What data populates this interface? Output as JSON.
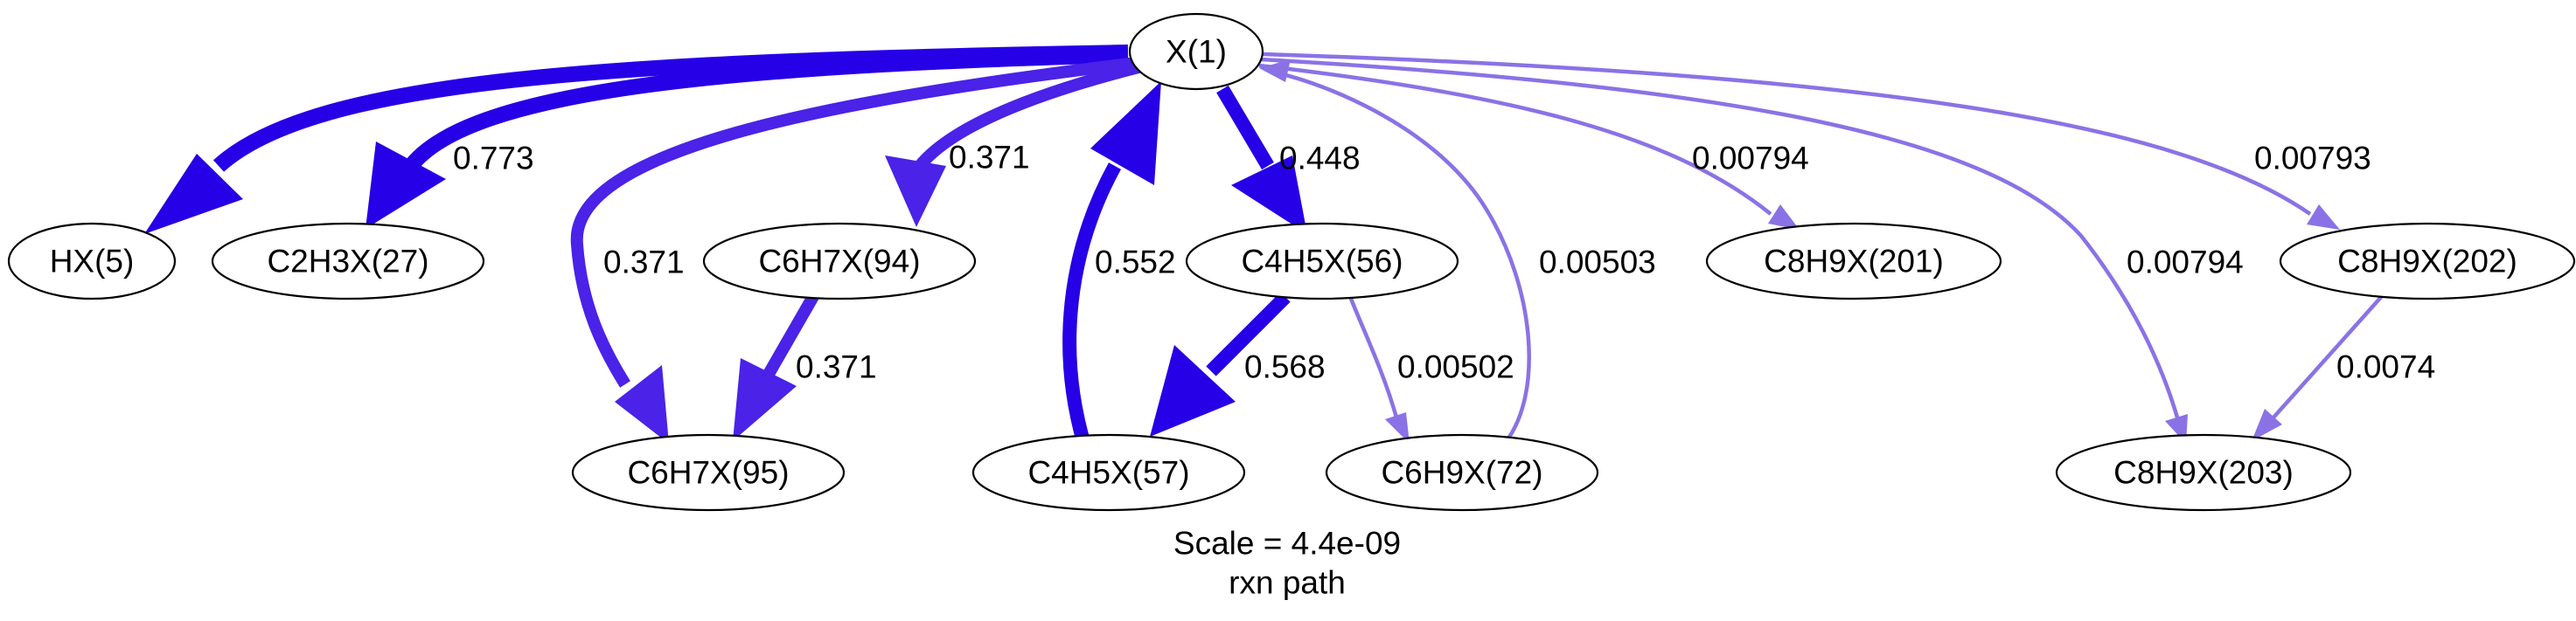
{
  "diagram": {
    "caption_scale": "Scale = 4.4e-09",
    "caption_title": "rxn path",
    "colors": {
      "strong": "#2600e6",
      "medium": "#4a22e8",
      "weak": "#8a72e6"
    },
    "nodes": {
      "x1": "X(1)",
      "hx5": "HX(5)",
      "c2h3x27": "C2H3X(27)",
      "c6h7x94": "C6H7X(94)",
      "c4h5x56": "C4H5X(56)",
      "c8h9x201": "C8H9X(201)",
      "c8h9x202": "C8H9X(202)",
      "c6h7x95": "C6H7X(95)",
      "c4h5x57": "C4H5X(57)",
      "c6h9x72": "C6H9X(72)",
      "c8h9x203": "C8H9X(203)"
    },
    "edge_labels": {
      "x1_c2h3x27": "0.773",
      "x1_c6h7x94": "0.371",
      "x1_c6h7x95": "0.371",
      "c6h7x94_c6h7x95": "0.371",
      "c4h5x57_x1": "0.552",
      "x1_c4h5x56": "0.448",
      "c4h5x56_c4h5x57": "0.568",
      "c4h5x56_c6h9x72": "0.00502",
      "c6h9x72_x1": "0.00503",
      "x1_c8h9x201": "0.00794",
      "x1_c8h9x203": "0.00794",
      "x1_c8h9x202": "0.00793",
      "c8h9x202_c8h9x203": "0.0074"
    }
  }
}
